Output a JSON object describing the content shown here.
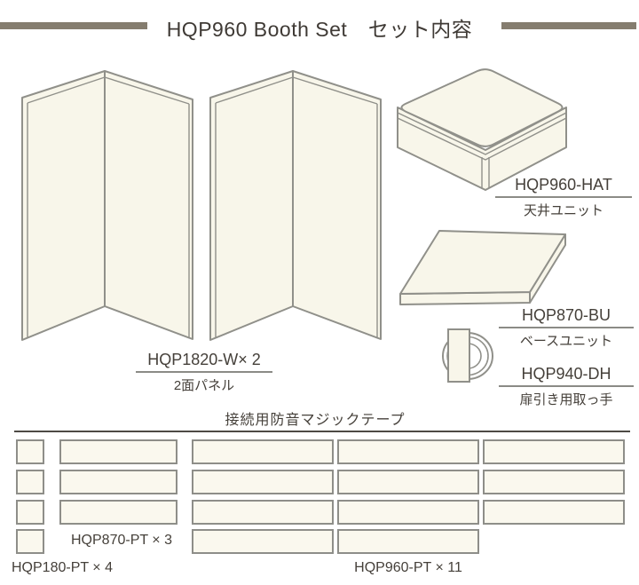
{
  "title": {
    "text": "HQP960 Booth Set　セット内容"
  },
  "items": {
    "panel": {
      "code": "HQP1820-W× 2",
      "name": "2面パネル"
    },
    "hat": {
      "code": "HQP960-HAT",
      "name": "天井ユニット"
    },
    "base": {
      "code": "HQP870-BU",
      "name": "ベースユニット"
    },
    "handle": {
      "code": "HQP940-DH",
      "name": "扉引き用取っ手"
    }
  },
  "tape": {
    "heading": "接続用防音マジックテープ",
    "small_label": "HQP180-PT × 4",
    "small_count": 4,
    "medium_label": "HQP870-PT × 3",
    "medium_count": 3,
    "long_label": "HQP960-PT × 11",
    "long_count": 11
  },
  "colors": {
    "accent_bar": "#857d6f",
    "text": "#45403a",
    "shape_fill": "#f8f6ea",
    "shape_outline": "#90908a",
    "strip_fill": "#faf8ee",
    "strip_border": "#8e8e89",
    "label_underline": "#8b8b86",
    "header_line": "#4d4a45"
  }
}
